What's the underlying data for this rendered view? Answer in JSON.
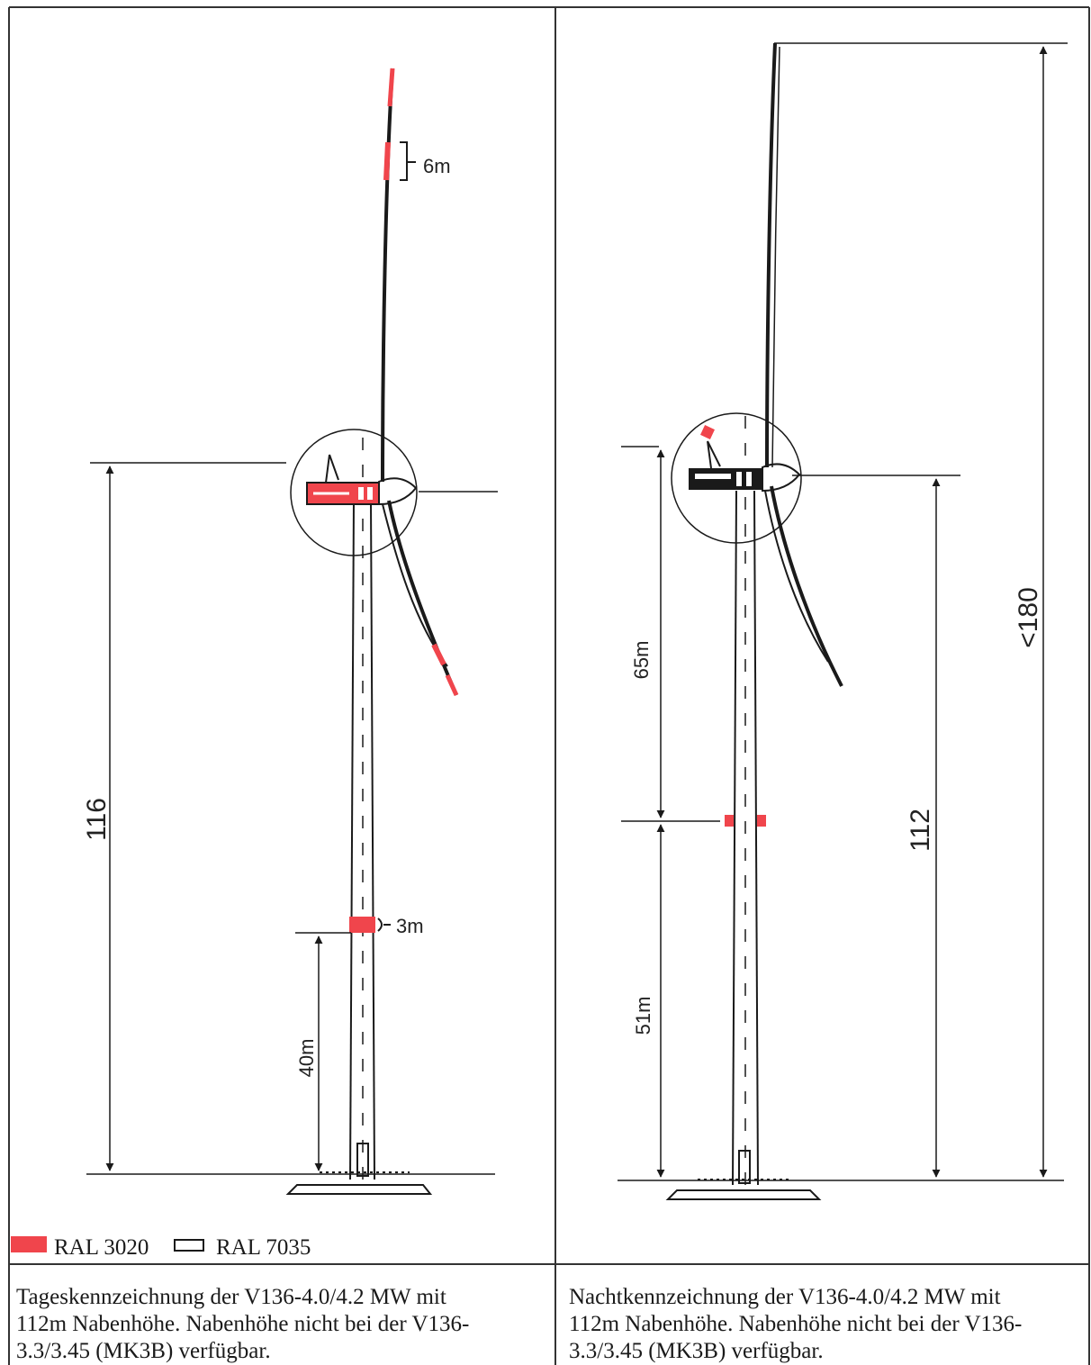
{
  "colors": {
    "signal_red": "#f0454c",
    "line": "#1a1a1a",
    "frame": "#333333"
  },
  "day_diagram": {
    "dim_total_height": "116",
    "dim_ring_height": "40m",
    "blade_band_label": "6m",
    "tower_band_label": "3m"
  },
  "night_diagram": {
    "dim_total_height": "<180",
    "dim_hub_height": "112",
    "dim_upper_segment": "65m",
    "dim_lower_segment": "51m"
  },
  "legend": {
    "items": [
      {
        "label": "RAL 3020",
        "swatch": "filled-red"
      },
      {
        "label": "RAL 7035",
        "swatch": "outline"
      }
    ]
  },
  "captions": {
    "day": [
      "Tageskennzeichnung der V136-4.0/4.2 MW mit",
      "112m Nabenhöhe. Nabenhöhe nicht bei der V136-",
      "3.3/3.45 (MK3B) verfügbar."
    ],
    "night": [
      "Nachtkennzeichnung der V136-4.0/4.2 MW mit",
      "112m Nabenhöhe. Nabenhöhe nicht bei der V136-",
      "3.3/3.45 (MK3B) verfügbar."
    ]
  }
}
